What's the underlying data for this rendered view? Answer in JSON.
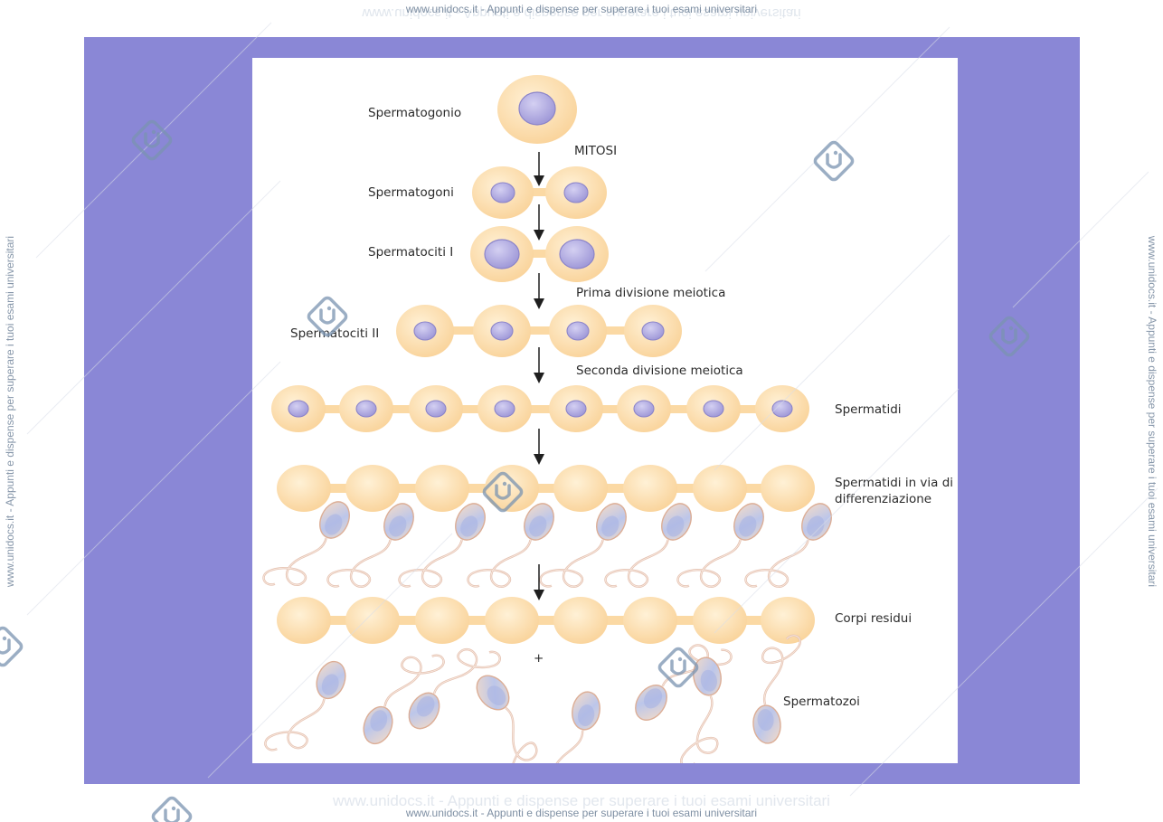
{
  "watermark": {
    "header": "www.unidocs.it - Appunti e dispense per superare i tuoi esami universitari",
    "footer": "www.unidocs.it - Appunti e dispense per superare i tuoi esami universitari",
    "ghost_top": "www.unidocs.it - Appunti e dispense per superare i tuoi esami universitari",
    "ghost_bottom": "www.unidocs.it - Appunti e dispense per superare i tuoi esami universitari",
    "side_left": "www.unidocs.it - Appunti e dispense per superare i tuoi esami universitari",
    "side_right": "www.unidocs.it - Appunti e dispense per superare i tuoi esami universitari"
  },
  "labels": {
    "spermatogonio": "Spermatogonio",
    "spermatogoni": "Spermatogoni",
    "spermatociti_1": "Spermatociti I",
    "spermatociti_2": "Spermatociti II",
    "spermatidi": "Spermatidi",
    "spermatidi_diff_line1": "Spermatidi in via di",
    "spermatidi_diff_line2": "differenziazione",
    "corpi_residui": "Corpi residui",
    "spermatozoi": "Spermatozoi"
  },
  "steps": {
    "mitosi": "MITOSI",
    "prima": "Prima divisione meiotica",
    "seconda": "Seconda divisione meiotica",
    "plus": "+"
  },
  "colors": {
    "slide_background": "#8a87d6",
    "cell_fill": "#fbd9a4",
    "nucleus_fill": "#b2acdf",
    "nucleus_stroke": "#8b84c9",
    "tail_stroke": "#e6c2b4"
  }
}
